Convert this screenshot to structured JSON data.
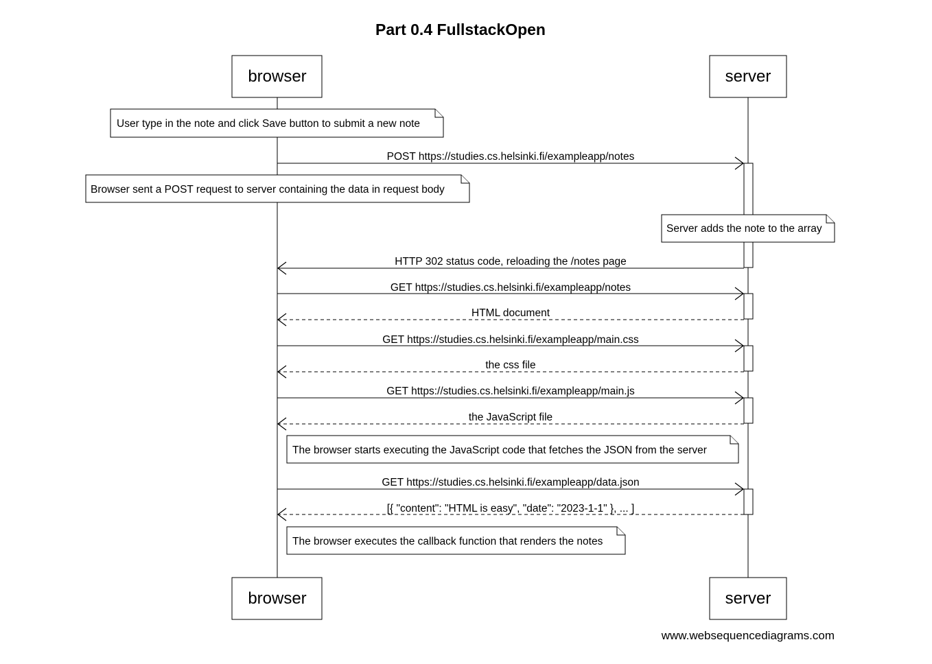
{
  "title": "Part 0.4 FullstackOpen",
  "actors": {
    "browser": "browser",
    "server": "server"
  },
  "messages": [
    {
      "text": "POST https://studies.cs.helsinki.fi/exampleapp/notes",
      "from": "browser",
      "to": "server",
      "style": "solid"
    },
    {
      "text": "HTTP 302 status code, reloading the /notes page",
      "from": "server",
      "to": "browser",
      "style": "solid"
    },
    {
      "text": "GET https://studies.cs.helsinki.fi/exampleapp/notes",
      "from": "browser",
      "to": "server",
      "style": "solid"
    },
    {
      "text": "HTML document",
      "from": "server",
      "to": "browser",
      "style": "dashed"
    },
    {
      "text": "GET https://studies.cs.helsinki.fi/exampleapp/main.css",
      "from": "browser",
      "to": "server",
      "style": "solid"
    },
    {
      "text": "the css file",
      "from": "server",
      "to": "browser",
      "style": "dashed"
    },
    {
      "text": "GET https://studies.cs.helsinki.fi/exampleapp/main.js",
      "from": "browser",
      "to": "server",
      "style": "solid"
    },
    {
      "text": "the JavaScript file",
      "from": "server",
      "to": "browser",
      "style": "dashed"
    },
    {
      "text": "GET https://studies.cs.helsinki.fi/exampleapp/data.json",
      "from": "browser",
      "to": "server",
      "style": "solid"
    },
    {
      "text": "[{ \"content\": \"HTML is easy\", \"date\": \"2023-1-1\" }, ... ]",
      "from": "server",
      "to": "browser",
      "style": "dashed"
    }
  ],
  "notes": [
    {
      "text": "User type in the note and click Save button to submit a new note",
      "over": "browser"
    },
    {
      "text": "Browser sent a POST request to server containing the data in request body",
      "over": "browser"
    },
    {
      "text": "Server adds the note to the array",
      "over": "server"
    },
    {
      "text": "The browser starts executing the JavaScript code that fetches the JSON from the server",
      "right_of": "browser"
    },
    {
      "text": "The browser executes the callback function that renders the notes",
      "right_of": "browser"
    }
  ],
  "credit": "www.websequencediagrams.com"
}
